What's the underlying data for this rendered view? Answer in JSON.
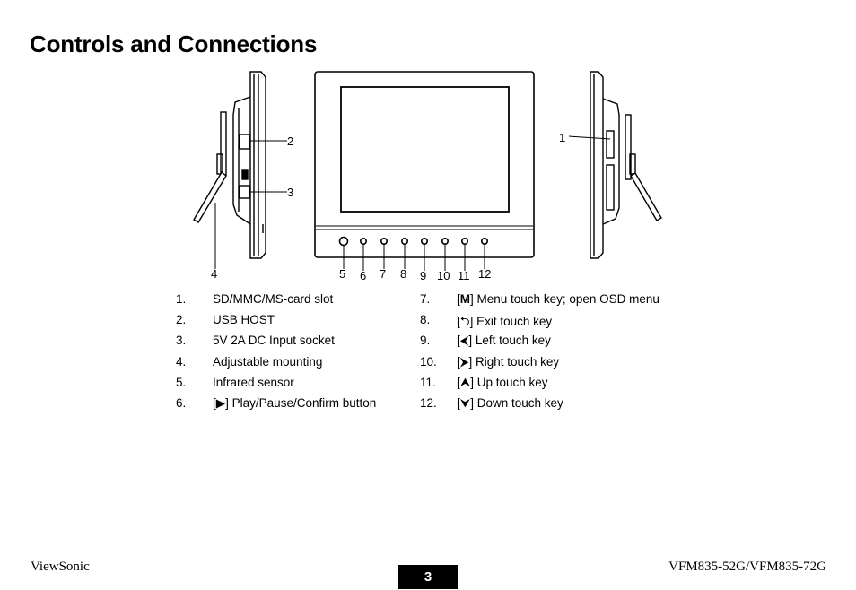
{
  "page": {
    "title": "Controls and Connections",
    "footer_brand": "ViewSonic",
    "footer_model": "VFM835-52G/VFM835-72G",
    "page_number": "3"
  },
  "callouts": [
    "1",
    "2",
    "3",
    "4",
    "5",
    "6",
    "7",
    "8",
    "9",
    "10",
    "11",
    "12"
  ],
  "left_items": [
    {
      "num": "1.",
      "text": "SD/MMC/MS-card slot"
    },
    {
      "num": "2.",
      "text": "USB HOST"
    },
    {
      "num": "3.",
      "text": "5V 2A DC Input socket"
    },
    {
      "num": "4.",
      "text": "Adjustable mounting"
    },
    {
      "num": "5.",
      "text": "Infrared sensor"
    },
    {
      "num": "6.",
      "open": "[",
      "icon": "▶",
      "text": "] Play/Pause/Confirm button"
    }
  ],
  "right_items": [
    {
      "num": "7.",
      "open": "[",
      "key": "M",
      "text": "] Menu touch key; open OSD menu"
    },
    {
      "num": "8.",
      "open": "[",
      "icon": "⮌",
      "text": "] Exit touch key"
    },
    {
      "num": "9.",
      "open": "[",
      "icon": "⮜",
      "text": "] Left touch key"
    },
    {
      "num": "10.",
      "open": "[",
      "icon": "⮞",
      "text": "] Right touch key"
    },
    {
      "num": "11.",
      "open": "[",
      "icon": "⮝",
      "text": "] Up touch key"
    },
    {
      "num": "12.",
      "open": "[",
      "icon": "⮟",
      "text": "] Down touch key"
    }
  ]
}
